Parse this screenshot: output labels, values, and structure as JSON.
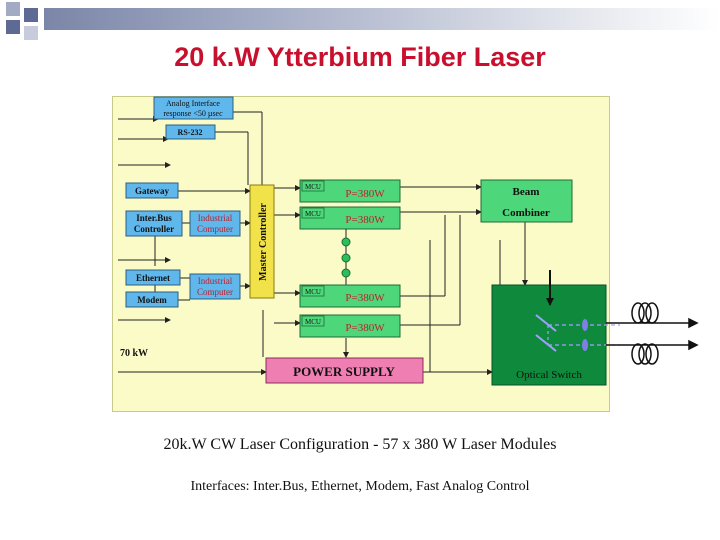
{
  "title": "20 k.W Ytterbium Fiber Laser",
  "diagram": {
    "analog_interface_line1": "Analog Interface",
    "analog_interface_line2": "response <50 µsec",
    "rs232": "RS-232",
    "gateway": "Gateway",
    "interbus_line1": "Inter.Bus",
    "interbus_line2": "Controller",
    "industrial_computer_1_line1": "Industrial",
    "industrial_computer_1_line2": "Computer",
    "ethernet": "Ethernet",
    "modem": "Modem",
    "industrial_computer_2_line1": "Industrial",
    "industrial_computer_2_line2": "Computer",
    "master_controller": "Master Controller",
    "mcu_label": "MCU",
    "module_power_1": "P=380W",
    "module_power_2": "P=380W",
    "module_power_3": "P=380W",
    "module_power_4": "P=380W",
    "beam_combiner_line1": "Beam",
    "beam_combiner_line2": "Combiner",
    "power_supply": "POWER SUPPLY",
    "optical_switch": "Optical Switch",
    "input_power": "70 kW"
  },
  "caption": "20k.W CW Laser Configuration - 57 x 380 W Laser Modules",
  "interfaces": "Interfaces: Inter.Bus, Ethernet, Modem, Fast Analog Control",
  "colors": {
    "title": "#c8102e",
    "panel_background": "#fbfbc8",
    "box_blue": "#5fb7ec",
    "box_green": "#4dd67a",
    "box_yellow": "#f2e24a",
    "box_pink": "#ef7fb2",
    "optical_switch_green": "#0f8a3c",
    "module_text": "#c0202a",
    "industrial_computer_text": "#c0202a"
  }
}
